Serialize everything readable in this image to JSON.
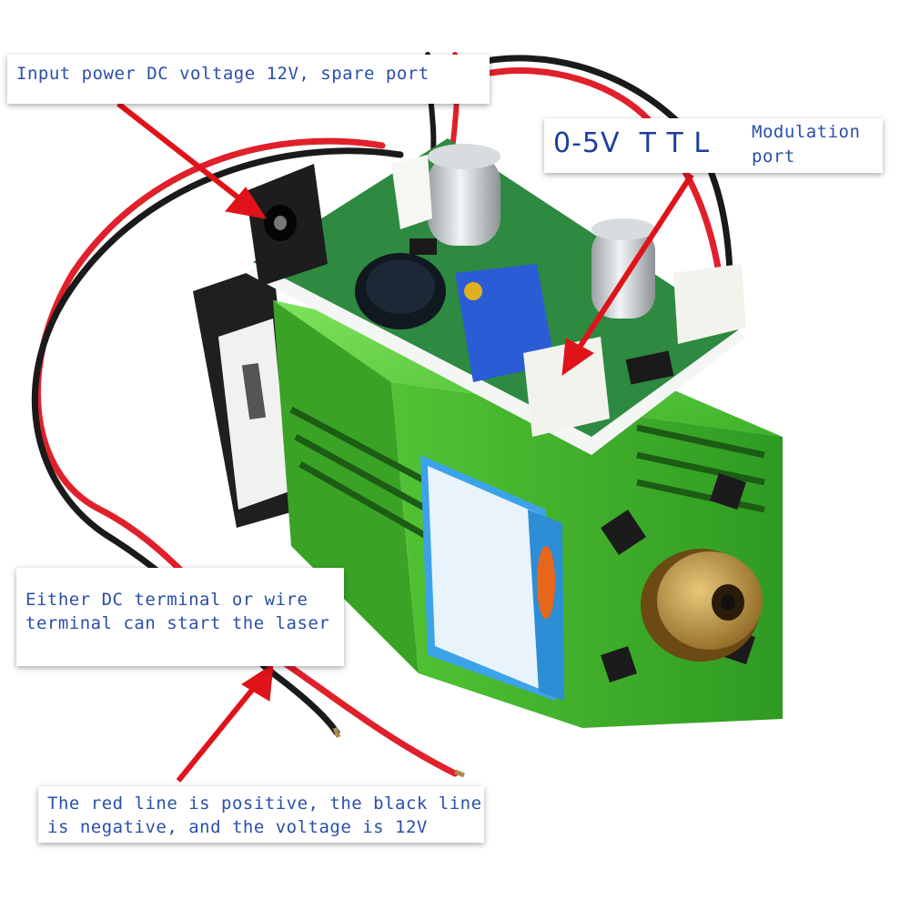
{
  "callouts": {
    "input_power": {
      "line1": "Input power DC voltage 12V, spare port"
    },
    "ttl": {
      "big": "0-5V  T T L",
      "small_line1": "Modulation",
      "small_line2": "port"
    },
    "either_terminal": {
      "line1": "Either DC terminal or wire",
      "line2": "terminal can start the laser"
    },
    "red_black": {
      "line1": "The red line is positive, the black line",
      "line2": "is negative, and the voltage is 12V"
    }
  },
  "colors": {
    "callout_text": "#2a4fa8",
    "arrow": "#e0131a",
    "heatsink": "#59c93a",
    "pcb": "#2b7a3a"
  }
}
